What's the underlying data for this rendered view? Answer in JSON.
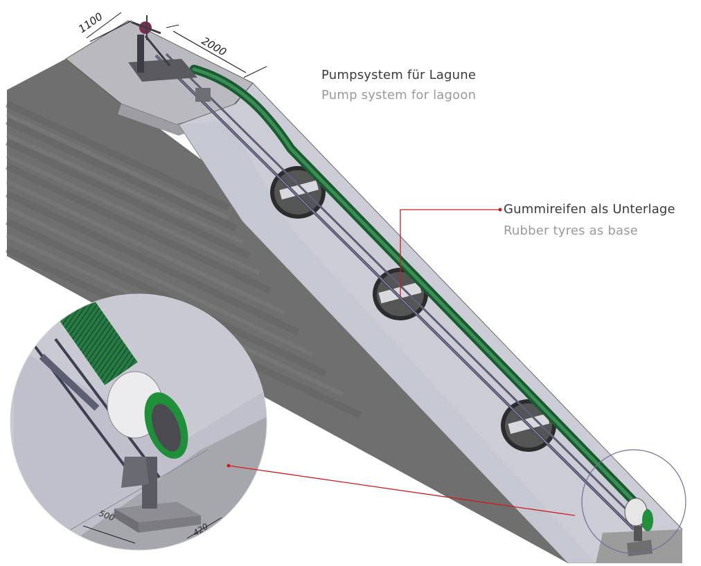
{
  "labels": {
    "pump_system": {
      "de": "Pumpsystem für Lagune",
      "en": "Pump system for lagoon"
    },
    "rubber_tyres": {
      "de": "Gummireifen als Unterlage",
      "en": "Rubber tyres as base"
    }
  },
  "dimensions": {
    "top_width": "1100",
    "top_length": "2000",
    "base_width": "500",
    "base_length": "420"
  },
  "colors": {
    "hose": "#1f6b3a",
    "hose_highlight": "#3e9a5c",
    "embankment_dark": "#6e6e6e",
    "embankment_mid": "#8a8a8a",
    "slope_face": "#c9cad3",
    "crest": "#b8b8bd",
    "callout_line": "#d11a1a",
    "pump_guard": "#1f8f3a"
  }
}
